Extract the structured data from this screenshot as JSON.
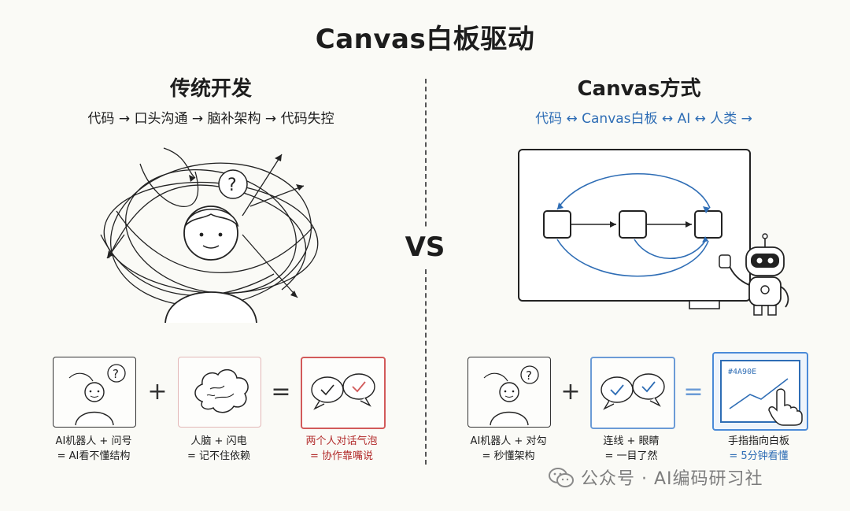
{
  "title": "Canvas白板驱动",
  "left": {
    "heading": "传统开发",
    "flow": "代码 → 口头沟通 → 脑补架构 → 代码失控",
    "equation": {
      "item1": {
        "line1": "AI机器人 + 问号",
        "line2": "= AI看不懂结构"
      },
      "plus": "+",
      "item2": {
        "line1": "人脑 + 闪电",
        "line2": "= 记不住依赖"
      },
      "equals": "=",
      "result": {
        "line1": "两个人对话气泡",
        "line2": "= 协作靠嘴说"
      }
    }
  },
  "vs": "VS",
  "right": {
    "heading": "Canvas方式",
    "flow": "代码 ↔ Canvas白板 ↔ AI ↔ 人类 →",
    "equation": {
      "item1": {
        "line1": "AI机器人 + 对勾",
        "line2": "= 秒懂架构"
      },
      "plus": "+",
      "item2": {
        "line1": "连线 + 眼睛",
        "line2": "= 一目了然"
      },
      "equals": "=",
      "result": {
        "line1": "手指指向白板",
        "line2": "= 5分钟看懂",
        "screen_text": "#4A90E"
      }
    }
  },
  "watermark": "公众号 · AI编码研习社",
  "colors": {
    "accent_blue": "#2e6db5",
    "accent_red": "#b22b2b",
    "ink": "#1d1d1d"
  },
  "icons": [
    "question-bubble-icon",
    "brain-icon",
    "speech-bubbles-icon",
    "checkmark-icon",
    "whiteboard-icon",
    "robot-icon",
    "pointing-hand-icon",
    "wechat-icon"
  ]
}
